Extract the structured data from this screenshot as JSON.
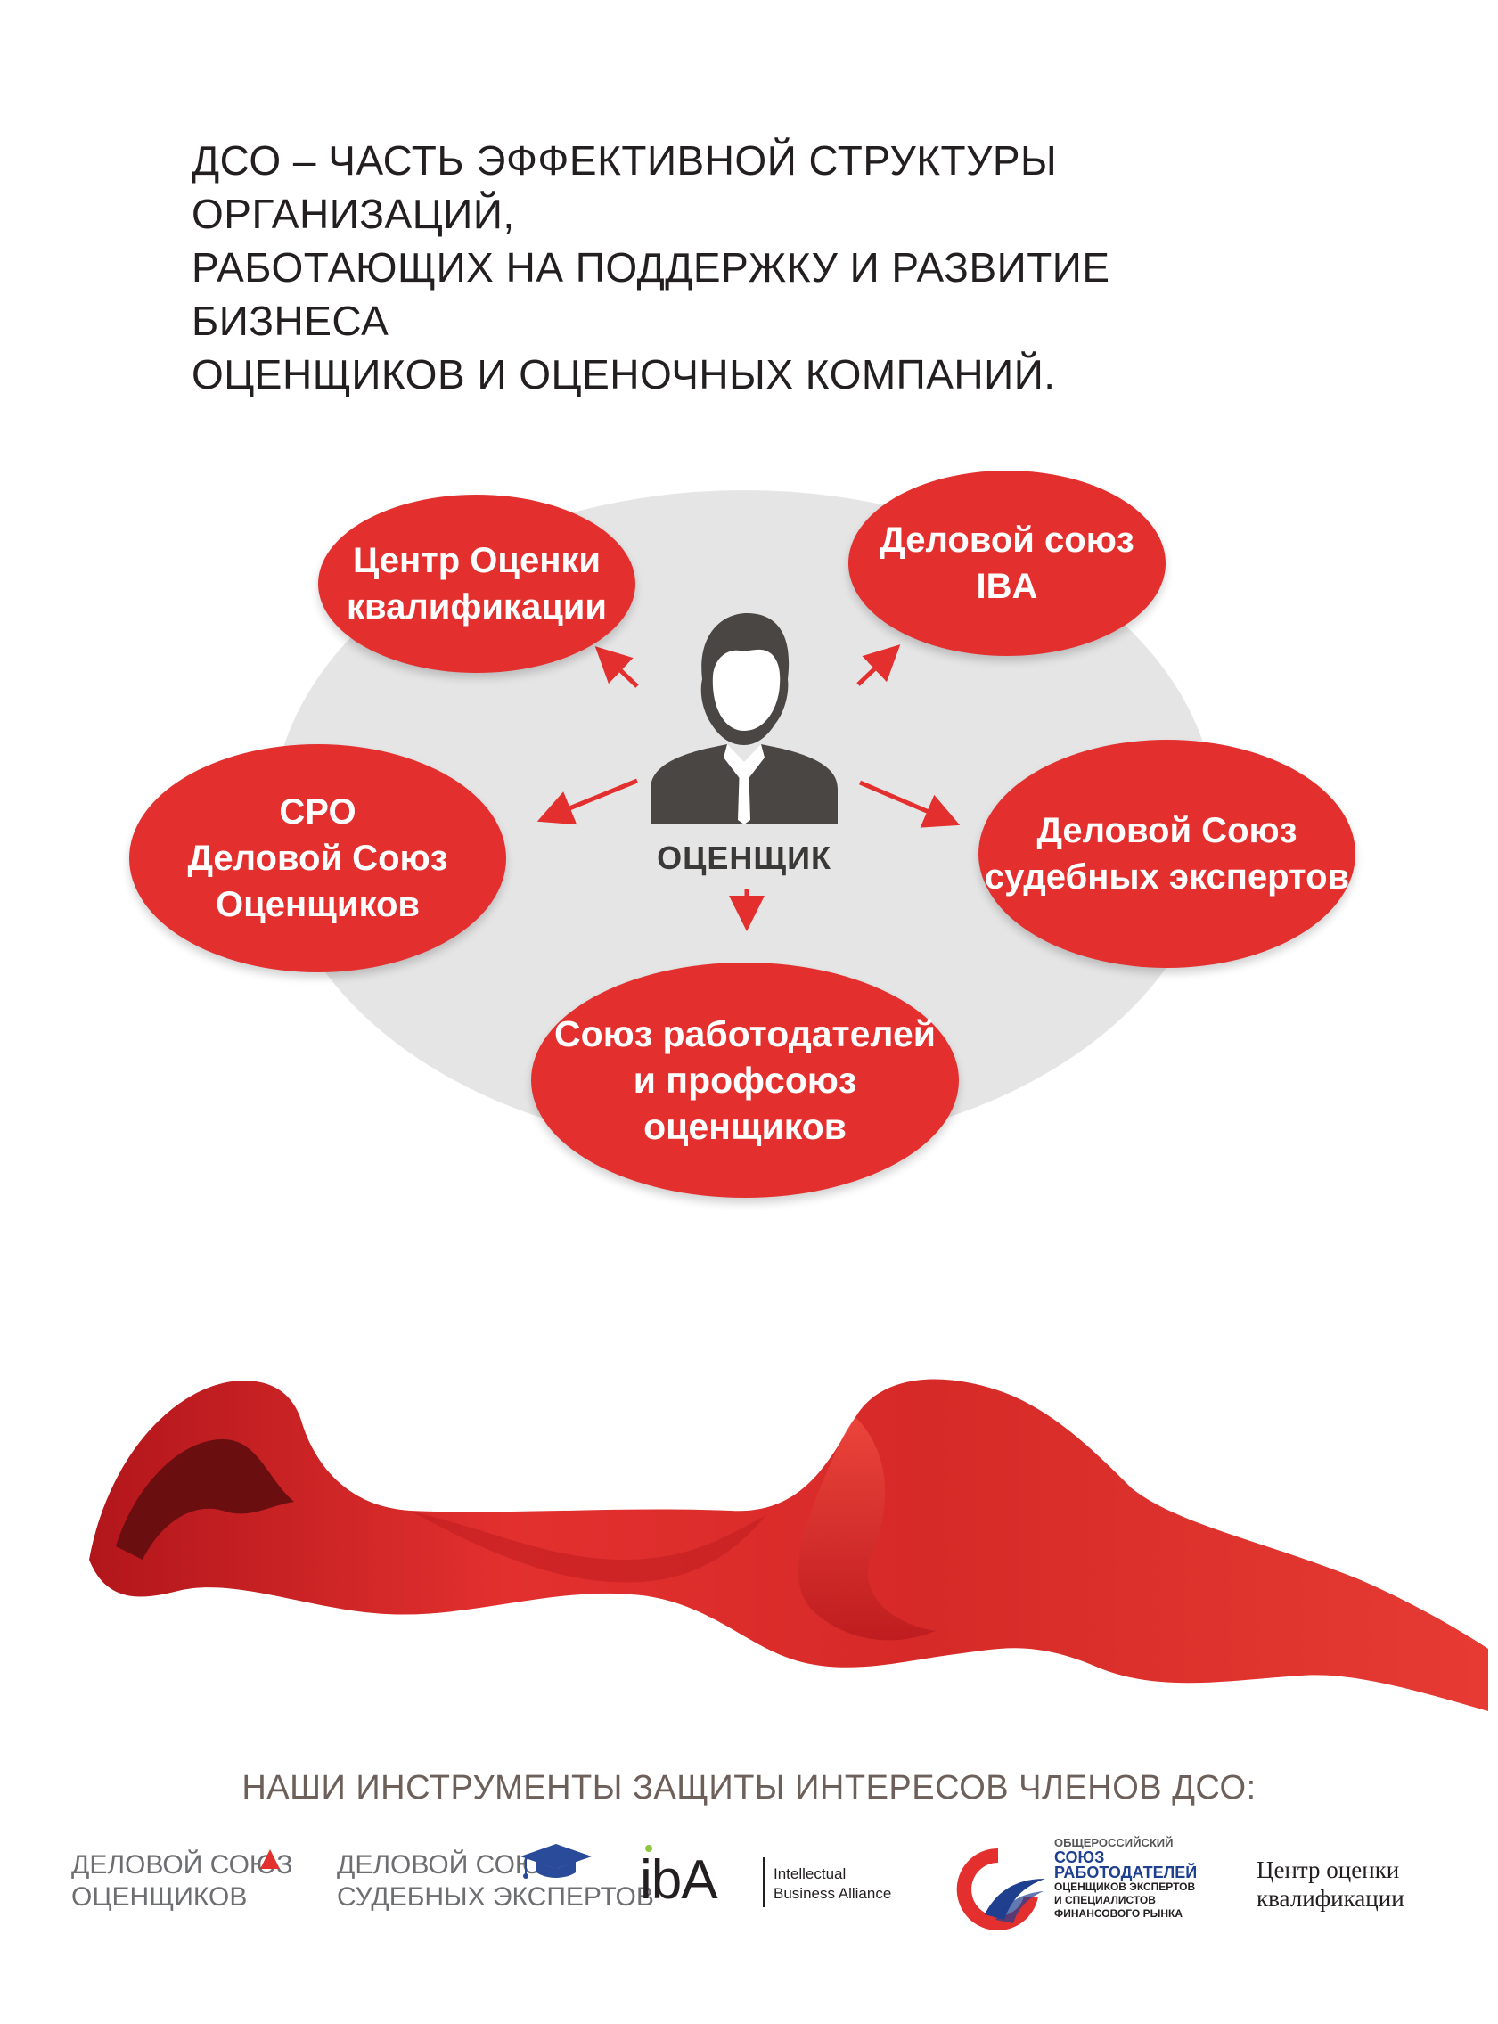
{
  "headline": {
    "lines": [
      "ДСО – ЧАСТЬ ЭФФЕКТИВНОЙ СТРУКТУРЫ ОРГАНИЗАЦИЙ,",
      "РАБОТАЮЩИХ НА ПОДДЕРЖКУ И РАЗВИТИЕ БИЗНЕСА",
      "ОЦЕНЩИКОВ И ОЦЕНОЧНЫХ КОМПАНИЙ."
    ]
  },
  "diagram": {
    "center_label": "ОЦЕНЩИК",
    "center_icon": "person-icon",
    "bubbles": [
      {
        "lines": [
          "Центр Оценки",
          "квалификации"
        ]
      },
      {
        "lines": [
          "Деловой союз",
          "IBA"
        ]
      },
      {
        "lines": [
          "СРО",
          "Деловой Союз",
          "Оценщиков"
        ]
      },
      {
        "lines": [
          "Деловой Союз",
          "судебных экспертов"
        ]
      },
      {
        "lines": [
          "Союз работодателей",
          "и профсоюз оценщиков"
        ]
      }
    ],
    "colors": {
      "bubble": "#e3302f",
      "background": "#e6e5e5",
      "arrow": "#e3302f",
      "person": "#4a4644"
    }
  },
  "footer": {
    "title": "НАШИ ИНСТРУМЕНТЫ ЗАЩИТЫ ИНТЕРЕСОВ ЧЛЕНОВ ДСО:",
    "logos": {
      "dso": {
        "lines": [
          "ДЕЛОВОЙ СОЮЗ",
          "ОЦЕНЩИКОВ"
        ],
        "icon": "triangle-icon"
      },
      "dse": {
        "lines": [
          "ДЕЛОВОЙ СОЮЗ",
          "СУДЕБНЫХ ЭКСПЕРТОВ"
        ],
        "icon": "graduation-cap-icon"
      },
      "iba": {
        "mark": "ibA",
        "lines": [
          "Intellectual",
          "Business Alliance"
        ]
      },
      "union": {
        "lines": [
          "ОБЩЕРОССИЙСКИЙ",
          "СОЮЗ",
          "РАБОТОДАТЕЛЕЙ",
          "ОЦЕНЩИКОВ ЭКСПЕРТОВ",
          "И СПЕЦИАЛИСТОВ",
          "ФИНАНСОВОГО РЫНКА"
        ],
        "icon": "union-emblem-icon"
      },
      "coc": {
        "lines": [
          "Центр оценки",
          "квалификации"
        ]
      }
    }
  }
}
